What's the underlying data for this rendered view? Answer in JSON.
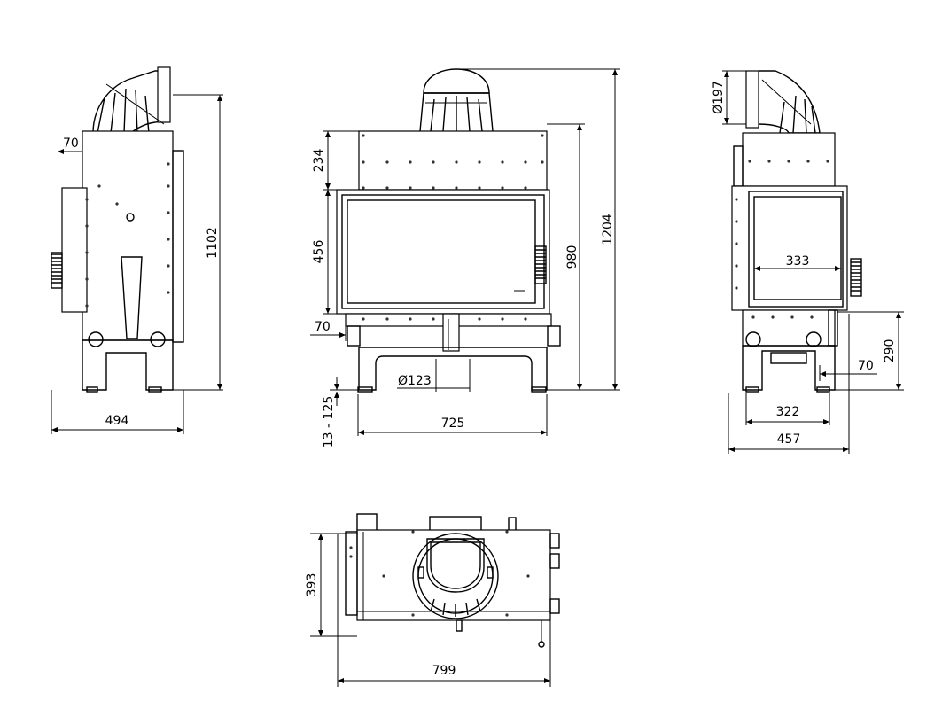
{
  "dimensions": {
    "side_left": {
      "flue_offset": "70",
      "height": "1102",
      "width": "494"
    },
    "front": {
      "top_height": "234",
      "glass_height": "456",
      "bottom_offset": "70",
      "leg_adjust": "13 - 125",
      "air_inlet_diameter": "Ø123",
      "width": "725",
      "door_top_height": "980",
      "total_height": "1204"
    },
    "side_right": {
      "flue_diameter": "Ø197",
      "glass_width": "333",
      "air_inlet_height": "290",
      "air_inlet_offset": "70",
      "leg_span": "322",
      "width": "457"
    },
    "top": {
      "depth": "393",
      "width": "799"
    }
  }
}
